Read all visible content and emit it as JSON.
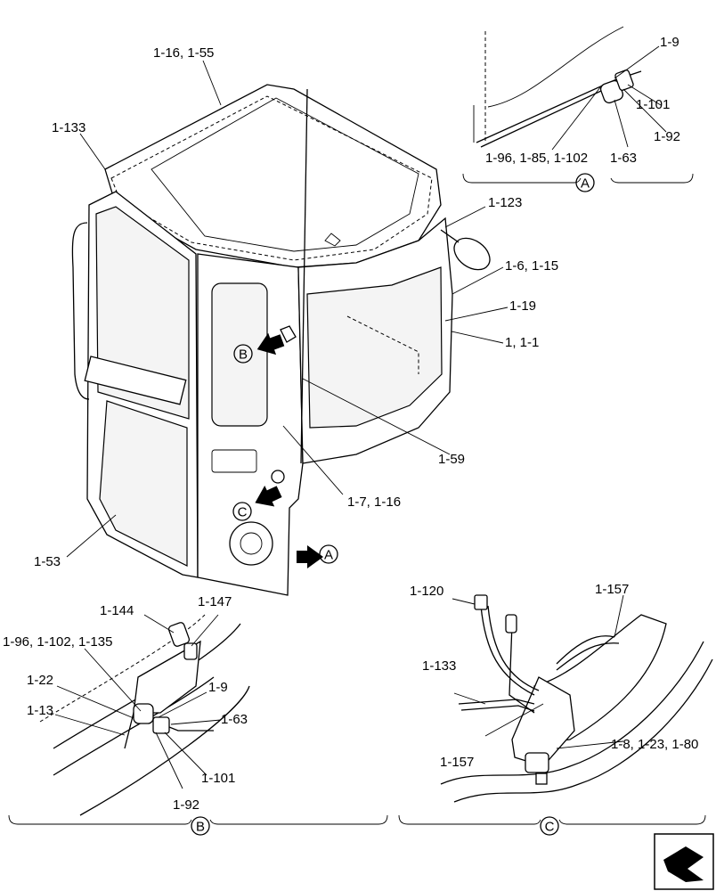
{
  "main_labels": {
    "roof_frame": "1-16, 1-55",
    "corner_post": "1-133",
    "mirror_bracket": "1-123",
    "rear_panel": "1-6, 1-15",
    "rear_glass": "1-19",
    "cab_body": "1, 1-1",
    "seal": "1-59",
    "side_panel": "1-7, 1-16",
    "door": "1-53"
  },
  "markers": {
    "a": "A",
    "b": "B",
    "c": "C"
  },
  "detail_a": {
    "title": "A",
    "labels": [
      "1-9",
      "1-101",
      "1-92",
      "1-63",
      "1-96, 1-85, 1-102"
    ]
  },
  "detail_b": {
    "title": "B",
    "labels": [
      "1-144",
      "1-147",
      "1-96, 1-102, 1-135",
      "1-22",
      "1-9",
      "1-13",
      "1-63",
      "1-101",
      "1-92"
    ]
  },
  "detail_c": {
    "title": "C",
    "labels": [
      "1-120",
      "1-157",
      "1-133",
      "1-8, 1-23, 1-80",
      "1-157"
    ]
  },
  "nav_icon": "next-page-icon"
}
